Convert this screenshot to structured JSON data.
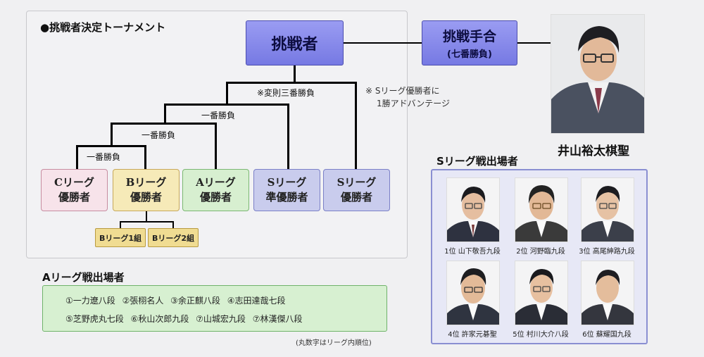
{
  "tournament": {
    "title": "●挑戦者決定トーナメント",
    "challenger": "挑戦者",
    "match_title": "挑戦手合",
    "match_sub": "(七番勝負)",
    "round_final": "※変則三番勝負",
    "round_semi": "一番勝負",
    "round_quarter": "一番勝負",
    "round_first": "一番勝負",
    "note_line1": "※ Sリーグ優勝者に",
    "note_line2": "1勝アドバンテージ",
    "leagues": [
      {
        "line1": "Cリーグ",
        "line2": "優勝者",
        "bg": "#f7e3ea",
        "border": "#c78ca0"
      },
      {
        "line1": "Bリーグ",
        "line2": "優勝者",
        "bg": "#f6eab8",
        "border": "#c7a85a"
      },
      {
        "line1": "Aリーグ",
        "line2": "優勝者",
        "bg": "#d7efd0",
        "border": "#7bb872"
      },
      {
        "line1": "Sリーグ",
        "line2": "準優勝者",
        "bg": "#c9cced",
        "border": "#7b80c7"
      },
      {
        "line1": "Sリーグ",
        "line2": "優勝者",
        "bg": "#c9cced",
        "border": "#7b80c7"
      }
    ],
    "b_groups": [
      "Bリーグ1組",
      "Bリーグ2組"
    ]
  },
  "champion": {
    "name": "井山裕太棋聖"
  },
  "a_league": {
    "title": "Aリーグ戦出場者",
    "row1": "①一力遼八段 ②張栩名人 ③余正麒八段 ④志田達哉七段",
    "row2": "⑤芝野虎丸七段 ⑥秋山次郎九段 ⑦山城宏九段 ⑦林漢傑八段",
    "footnote": "(丸数字はリーグ内順位)"
  },
  "s_league": {
    "title": "Sリーグ戦出場者",
    "players": [
      {
        "caption": "1位 山下敬吾九段"
      },
      {
        "caption": "2位 河野臨九段"
      },
      {
        "caption": "3位 高尾紳路九段"
      },
      {
        "caption": "4位 許家元碁聖"
      },
      {
        "caption": "5位 村川大介八段"
      },
      {
        "caption": "6位 蘇耀国九段"
      }
    ]
  },
  "colors": {
    "accent": "#7b80e6",
    "line": "#000000"
  }
}
